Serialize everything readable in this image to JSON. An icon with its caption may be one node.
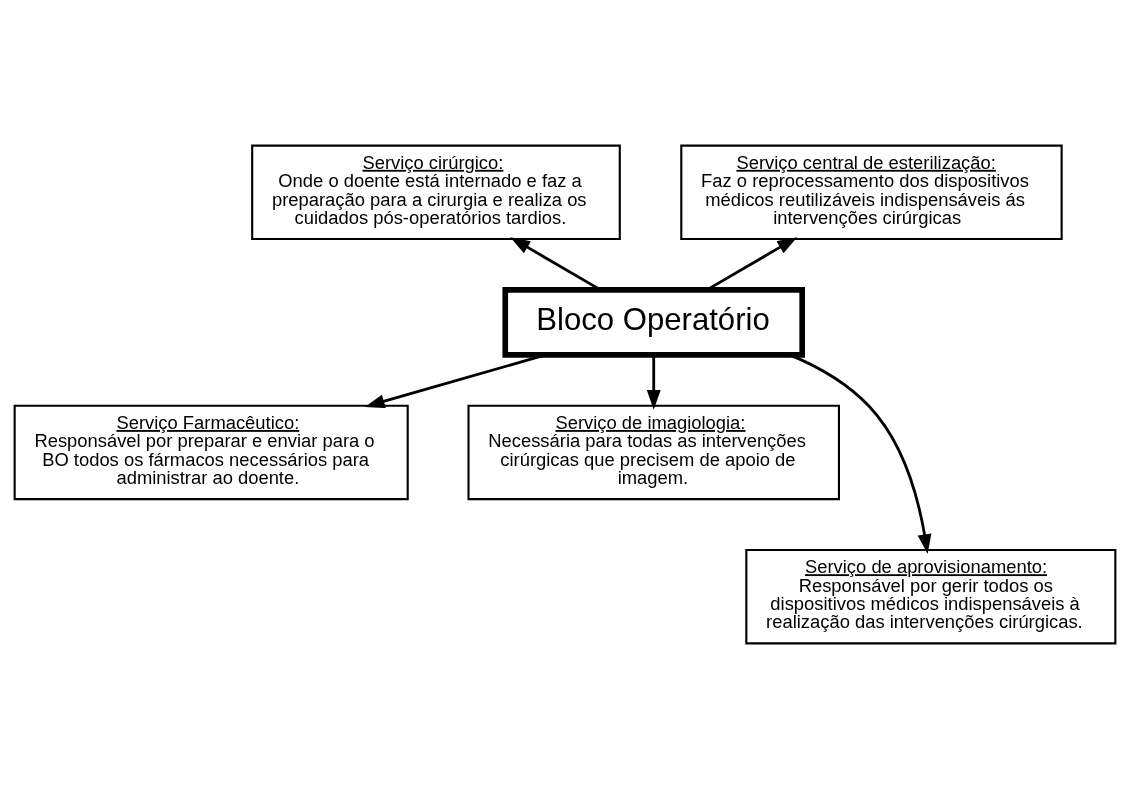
{
  "diagram": {
    "nodes": [
      {
        "text": [
          "Bloco Operatório"
        ]
      },
      {
        "text": [
          "Serviço cirúrgico:",
          "Onde o doente está internado e faz a preparação para a cirurgia e realiza os cuidados pós-operatórios tardios."
        ]
      },
      {
        "text": [
          "Serviço central de esterilização:",
          "Faz o reprocessamento dos dispositivos médicos reutilizáveis indispensáveis ás intervenções cirúrgicas"
        ]
      },
      {
        "text": [
          "Serviço Farmacêutico:",
          "Responsável por preparar e enviar para o BO todos os fármacos necessários para administrar ao doente."
        ]
      },
      {
        "text": [
          "Serviço de imagiologia:",
          "Necessária para todas as intervenções cirúrgicas que precisem de apoio de imagem."
        ]
      },
      {
        "text": [
          "Serviço de aprovisionamento:",
          "Responsável por gerir todos os dispositivos médicos indispensáveis à realização das intervenções cirúrgicas."
        ]
      }
    ],
    "edges": [
      {
        "from": 0,
        "to": 1,
        "arrow": "to"
      },
      {
        "from": 0,
        "to": 2,
        "arrow": "to"
      },
      {
        "from": 0,
        "to": 3,
        "arrow": "to"
      },
      {
        "from": 0,
        "to": 4,
        "arrow": "to"
      },
      {
        "from": 0,
        "to": 5,
        "arrow": "to"
      }
    ]
  }
}
